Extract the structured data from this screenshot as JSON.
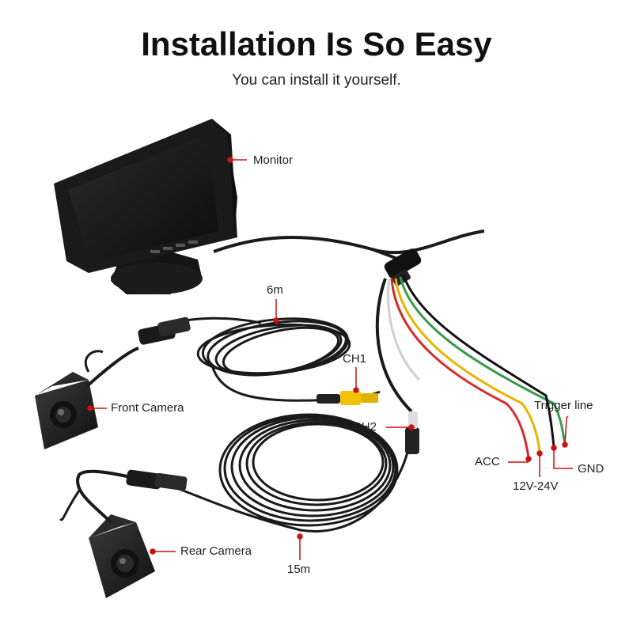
{
  "header": {
    "title": "Installation Is So Easy",
    "subtitle": "You can install it yourself."
  },
  "labels": {
    "monitor": "Monitor",
    "front_camera": "Front Camera",
    "rear_camera": "Rear Camera",
    "cable_6m": "6m",
    "cable_15m": "15m",
    "ch1": "CH1",
    "ch2": "CH2",
    "trigger_line": "Trigger line",
    "acc": "ACC",
    "gnd": "GND",
    "voltage": "12V-24V"
  },
  "colors": {
    "marker": "#cc1111",
    "cable": "#1a1a1a",
    "wire_red": "#d62b2b",
    "wire_yellow": "#e8b400",
    "wire_green": "#3a9a4a",
    "wire_black": "#111111",
    "rca_yellow": "#f2c200"
  }
}
